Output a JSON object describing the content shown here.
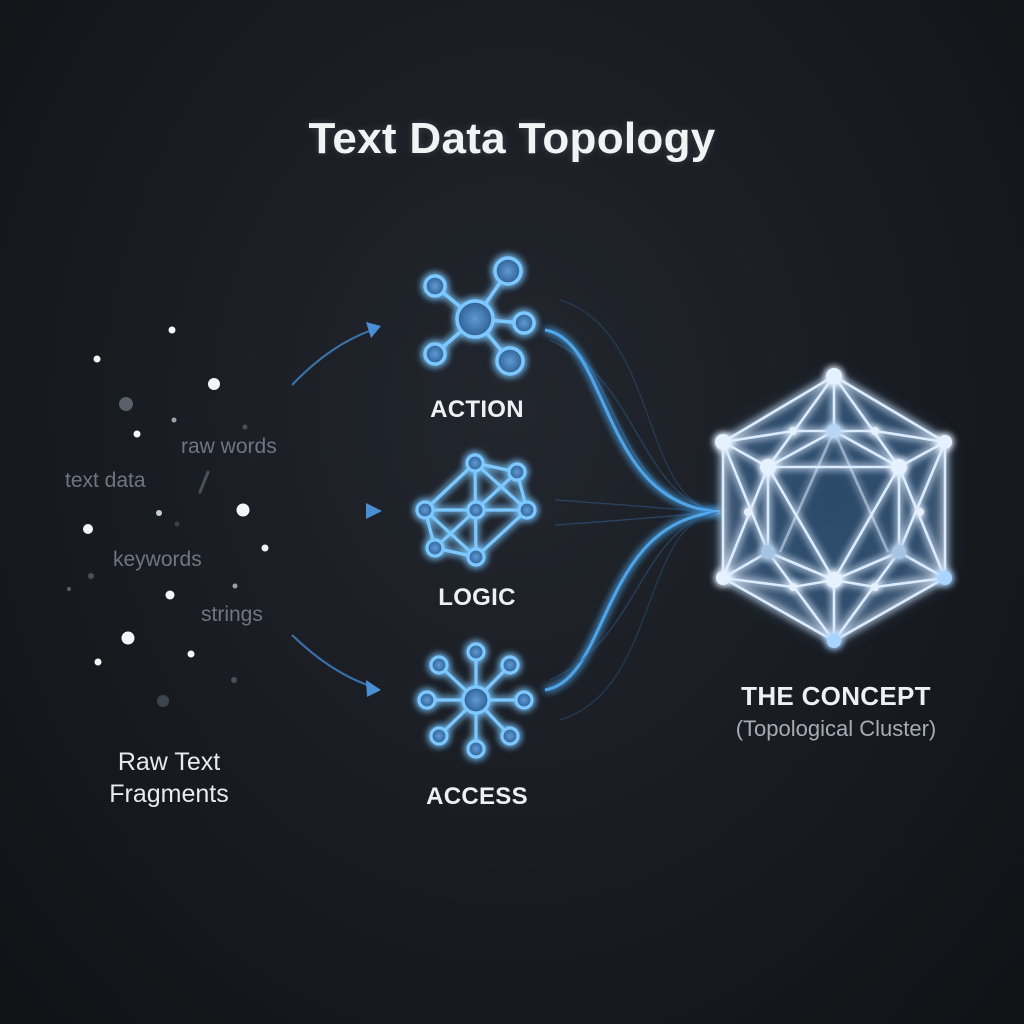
{
  "title": "Text Data Topology",
  "fragments": {
    "words": [
      "raw words",
      "text data",
      "keywords",
      "strings"
    ],
    "label_line1": "Raw Text",
    "label_line2": "Fragments"
  },
  "categories": [
    {
      "label": "ACTION",
      "icon": "hub-star-network-icon"
    },
    {
      "label": "LOGIC",
      "icon": "mesh-network-icon"
    },
    {
      "label": "ACCESS",
      "icon": "radial-hub-network-icon"
    }
  ],
  "concept": {
    "title": "THE CONCEPT",
    "subtitle": "(Topological Cluster)",
    "icon": "icosahedron-wireframe-icon"
  },
  "colors": {
    "background": "#1a1d23",
    "accent_blue": "#4aa8ff",
    "glow_blue": "#7cc4ff",
    "arrow_blue": "#3f7fc0",
    "text_primary": "#eef0f3",
    "text_muted": "#6f7683"
  }
}
